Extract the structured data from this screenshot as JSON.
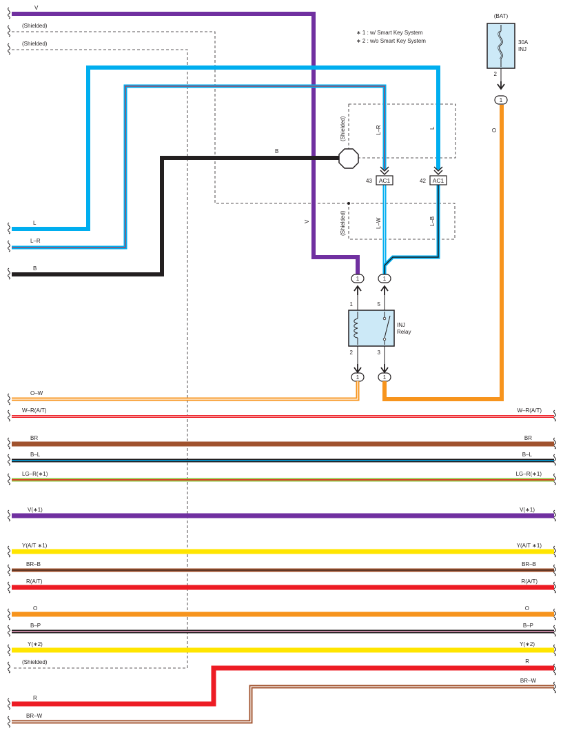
{
  "notes": {
    "note1": "∗ 1 : w/ Smart Key System",
    "note2": "∗ 2 : w/o Smart Key System"
  },
  "shield_label": "(Shielded)",
  "fuse": {
    "source": "(BAT)",
    "rating": "30A",
    "name": "INJ",
    "pin": "2"
  },
  "relay": {
    "name_line1": "INJ",
    "name_line2": "Relay",
    "pins": {
      "p1": "1",
      "p5": "5",
      "p2": "2",
      "p3": "3"
    }
  },
  "connectors": {
    "ac1_label": "AC1",
    "ac1_pin_lr": "43",
    "ac1_pin_l": "42",
    "term": "1"
  },
  "wires": {
    "v": "V",
    "l": "L",
    "lr": "L–R",
    "b": "B",
    "lw": "L–W",
    "lb": "L–B",
    "o": "O",
    "ow": "O–W",
    "wr": "W–R(A/T)",
    "br": "BR",
    "bl": "B–L",
    "lgr": "LG–R(∗1)",
    "v1": "V(∗1)",
    "yat1": "Y(A/T ∗1)",
    "brb": "BR–B",
    "rat": "R(A/T)",
    "o2": "O",
    "bp": "B–P",
    "y2": "Y(∗2)",
    "r": "R",
    "brw": "BR–W"
  },
  "colors": {
    "violet": "#7030a0",
    "blue": "#00aeef",
    "black": "#231f20",
    "orange": "#f7941d",
    "red": "#ed1c24",
    "brown": "#a0522d",
    "yellow": "#ffe500",
    "green": "#8cc63f",
    "relay_fill": "#cce9f7"
  }
}
